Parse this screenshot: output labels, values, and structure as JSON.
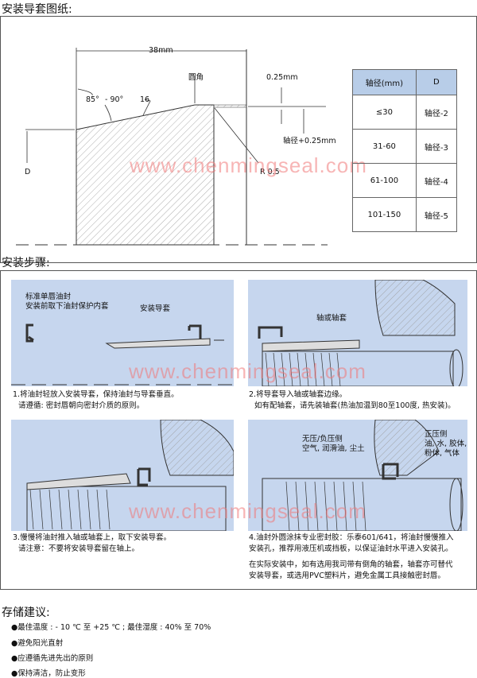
{
  "drawing": {
    "title": "安装导套图纸:",
    "dim_length": "38mm",
    "round_corner": "圆角",
    "angle_a": "85°",
    "angle_b": "- 90°",
    "slope": "16",
    "gap": "0.25mm",
    "shaft_plus": "轴径+0.25mm",
    "radius": "R 0.5",
    "d_label": "D",
    "table": {
      "headers": [
        "轴径(mm)",
        "D"
      ],
      "rows": [
        [
          "≤30",
          "轴径-2"
        ],
        [
          "31-60",
          "轴径-3"
        ],
        [
          "61-100",
          "轴径-4"
        ],
        [
          "101-150",
          "轴径-5"
        ]
      ]
    }
  },
  "watermark": "www.chenmingseal.com",
  "steps": {
    "title": "安装步骤:",
    "panel1": {
      "label_seal": "标准单唇油封",
      "label_seal2": "安装前取下油封保护内套",
      "label_guide": "安装导套",
      "caption1": "1.将油封轻放入安装导套，保持油封与导套垂直。",
      "caption2": "请遵循: 密封唇朝向密封介质的原则。"
    },
    "panel2": {
      "label_shaft": "轴或轴套",
      "caption1": "2.将导套导入轴或轴套边缘。",
      "caption2": "如有配轴套，请先装轴套(热油加温到80至100度, 热安装)。"
    },
    "panel3": {
      "caption1": "3.慢慢将油封推入轴或轴套上，取下安装导套。",
      "caption2": "请注意：不要将安装导套留在轴上。"
    },
    "panel4": {
      "label_left1": "无压/负压侧",
      "label_left2": "空气, 润滑油, 尘土",
      "label_right1": "正压侧",
      "label_right2": "油, 水, 胶体,",
      "label_right3": "粉体, 气体",
      "caption1": "4.油封外圆涂抹专业密封胶：乐泰601/641，将油封慢慢推入",
      "caption2": "安装孔，推荐用液压机或挡板，以保证油封水平进入安装孔。",
      "note1": "在实际安装中，如有选用我司带有倒角的轴套，轴套亦可替代",
      "note2": "安装导套，或选用PVC塑料片，避免金属工具接触密封唇。"
    }
  },
  "storage": {
    "title": "存储建议:",
    "items": [
      "●最佳温度 : - 10 ℃ 至 +25 ℃ ; 最佳湿度 : 40% 至 70%",
      "●避免阳光直射",
      "●应遵循先进先出的原则",
      "●保持清洁，防止变形"
    ]
  }
}
